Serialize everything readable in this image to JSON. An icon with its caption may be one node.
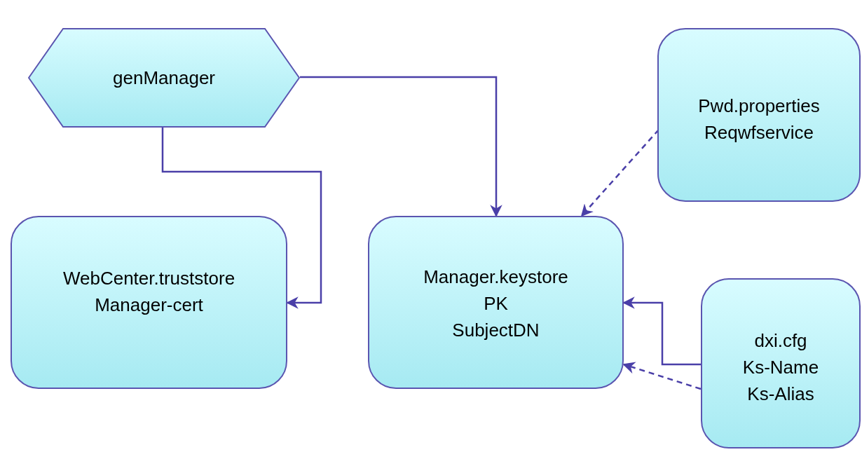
{
  "diagram": {
    "nodes": [
      {
        "text": [
          "genManager"
        ]
      },
      {
        "text": [
          "Pwd.properties",
          "Reqwfservice"
        ]
      },
      {
        "text": [
          "WebCenter.truststore",
          "Manager-cert"
        ]
      },
      {
        "text": [
          "Manager.keystore",
          "PK",
          "SubjectDN"
        ]
      },
      {
        "text": [
          "dxi.cfg",
          "Ks-Name",
          "Ks-Alias"
        ]
      }
    ],
    "edges": [
      {
        "from": 0,
        "to": 3,
        "arrow": "to"
      },
      {
        "from": 0,
        "to": 2,
        "arrow": "to"
      },
      {
        "from": 1,
        "to": 3,
        "arrow": "to",
        "style": "dashed"
      },
      {
        "from": 4,
        "to": 3,
        "arrow": "to"
      },
      {
        "from": 4,
        "to": 3,
        "arrow": "to",
        "style": "dashed"
      }
    ]
  }
}
